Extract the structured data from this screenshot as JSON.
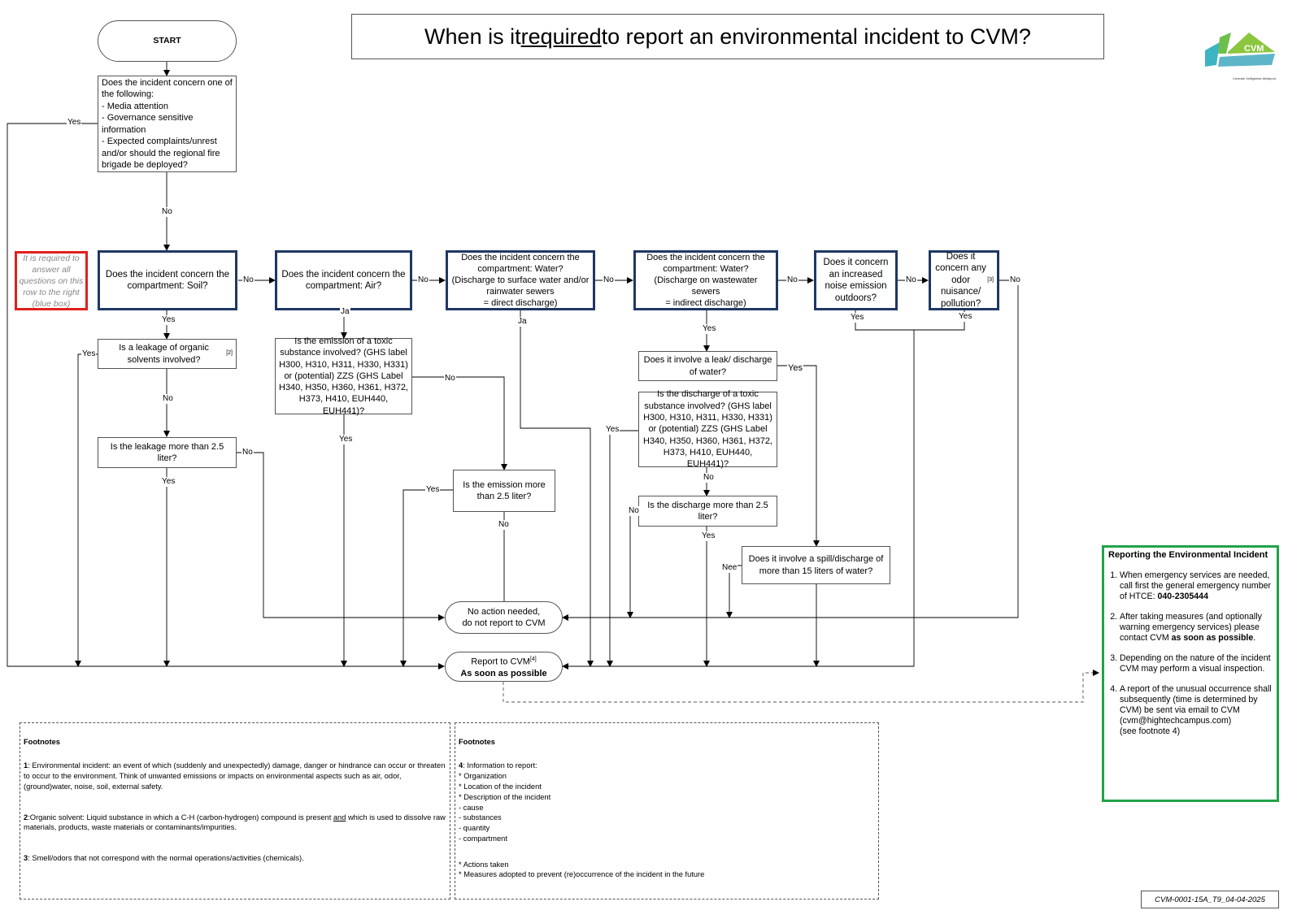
{
  "title": {
    "pre": "When is it ",
    "underlined": "required",
    "post": " to report an environmental incident to CVM?"
  },
  "logo": {
    "text": "CVM",
    "caption": "Centrale Veiligheids Meldpunt"
  },
  "nodes": {
    "start": "START",
    "q1": "Does the incident concern one of the following:\n- Media attention\n- Governance sensitive information\n- Expected complaints/unrest and/or should the regional fire brigade be deployed?",
    "note": "It is required to answer all questions on this row to the right (blue box)",
    "soil": "Does the incident concern the compartment: Soil?",
    "air": "Does the incident concern the compartment: Air?",
    "water_direct": "Does the incident concern the compartment: Water?\n(Discharge to surface water and/or rainwater sewers\n= direct discharge)",
    "water_indirect": "Does the incident concern the compartment: Water?\n(Discharge on wastewater sewers\n= indirect discharge)",
    "noise": "Does it concern an increased noise emission outdoors?",
    "odor": "Does it concern any odor nuisance/ pollution?",
    "odor_sup": "[3]",
    "organic": "Is a leakage of organic solvents involved?",
    "organic_sup": "[2]",
    "leak25": "Is the leakage more than 2.5 liter?",
    "toxic_air": "Is the emission of a toxic substance involved? (GHS label H300, H310, H311, H330, H331) or (potential) ZZS (GHS Label H340, H350, H360, H361, H372, H373, H410, EUH440, EUH441)?",
    "emission25": "Is the emission more than 2.5 liter?",
    "leak_water": "Does it involve a leak/ discharge of water?",
    "toxic_water": "Is the discharge of a toxic substance involved? (GHS label H300, H310, H311, H330, H331) or (potential) ZZS (GHS Label H340, H350, H360, H361, H372, H373, H410, EUH440, EUH441)?",
    "discharge25": "Is the discharge more than 2.5 liter?",
    "spill15": "Does it involve a spill/discharge of more than 15 liters of water?",
    "noaction": "No action needed,\ndo not report to CVM",
    "report_line1": "Report to CVM",
    "report_sup": "[4]",
    "report_line2": "As soon as possible"
  },
  "labels": {
    "yes": "Yes",
    "no": "No",
    "ja": "Ja",
    "nee": "Nee"
  },
  "footnotes_left": {
    "heading": "Footnotes",
    "n1_num": "1",
    "n1": ": Environmental incident: an event of which (suddenly and unexpectedly) damage, danger or hindrance can occur or threaten to occur to the environment. Think of unwanted emissions or impacts on environmental aspects such as air, odor, (ground)water, noise, soil, external safety.",
    "n2_num": "2",
    "n2_pre": ":Organic solvent: Liquid substance in which a C-H (carbon-hydrogen) compound is present ",
    "n2_und": "and",
    "n2_post": " which is used to dissolve raw materials, products, waste materials or contaminants/impurities.",
    "n3_num": "3",
    "n3": ": Smell/odors that not correspond with the normal operations/activities (chemicals)."
  },
  "footnotes_right": {
    "heading": "Footnotes",
    "n4_num": "4",
    "n4": ": Information to report:\n* Organization\n* Location of the incident\n* Description of the incident\n- cause\n- substances\n- quantity\n- compartment",
    "n4b": "* Actions taken\n* Measures adopted to prevent (re)occurrence of the incident in the future"
  },
  "reporting": {
    "heading": "Reporting the Environmental Incident",
    "i1_pre": "When emergency services are needed, call first the general emergency number of HTCE: ",
    "i1_bold": "040-2305444",
    "i2_pre": "After taking measures (and optionally warning emergency services) please contact CVM ",
    "i2_bold": "as soon as possible",
    "i2_post": ".",
    "i3": "Depending on the nature of the incident CVM may perform a visual inspection.",
    "i4": "A report of the unusual occurrence shall subsequently (time is determined by CVM) be sent via email to CVM (cvm@hightechcampus.com)\n(see footnote 4)"
  },
  "doc_id": "CVM-0001-15A_T9_04-04-2025"
}
